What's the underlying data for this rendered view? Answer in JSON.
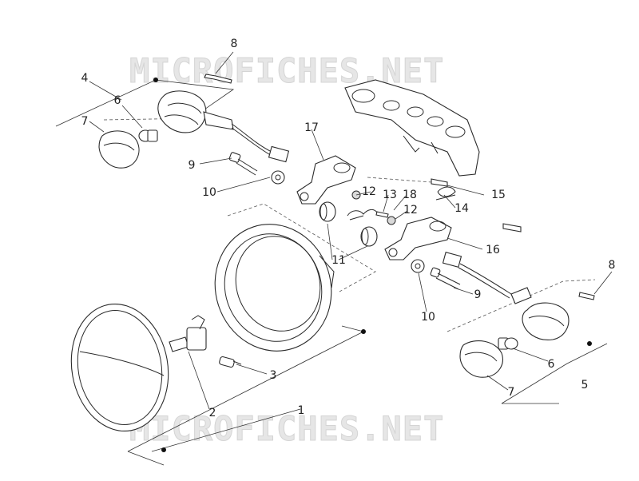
{
  "watermark": {
    "top": "MICROFICHES.NET",
    "bottom": "MICROFICHES.NET"
  },
  "callouts": {
    "c1": "1",
    "c2": "2",
    "c3": "3",
    "c4": "4",
    "c5": "5",
    "c6_left": "6",
    "c6_right": "6",
    "c7_left": "7",
    "c7_right": "7",
    "c8_top": "8",
    "c8_right": "8",
    "c9_left": "9",
    "c9_right": "9",
    "c10_left": "10",
    "c10_right": "10",
    "c11": "11",
    "c12_upper": "12",
    "c12_lower": "12",
    "c13": "13",
    "c14": "14",
    "c15": "15",
    "c16": "16",
    "c17": "17",
    "c18": "18"
  },
  "colors": {
    "line": "#2b2b2b",
    "watermark": "#e6e6e6",
    "background": "#ffffff"
  }
}
